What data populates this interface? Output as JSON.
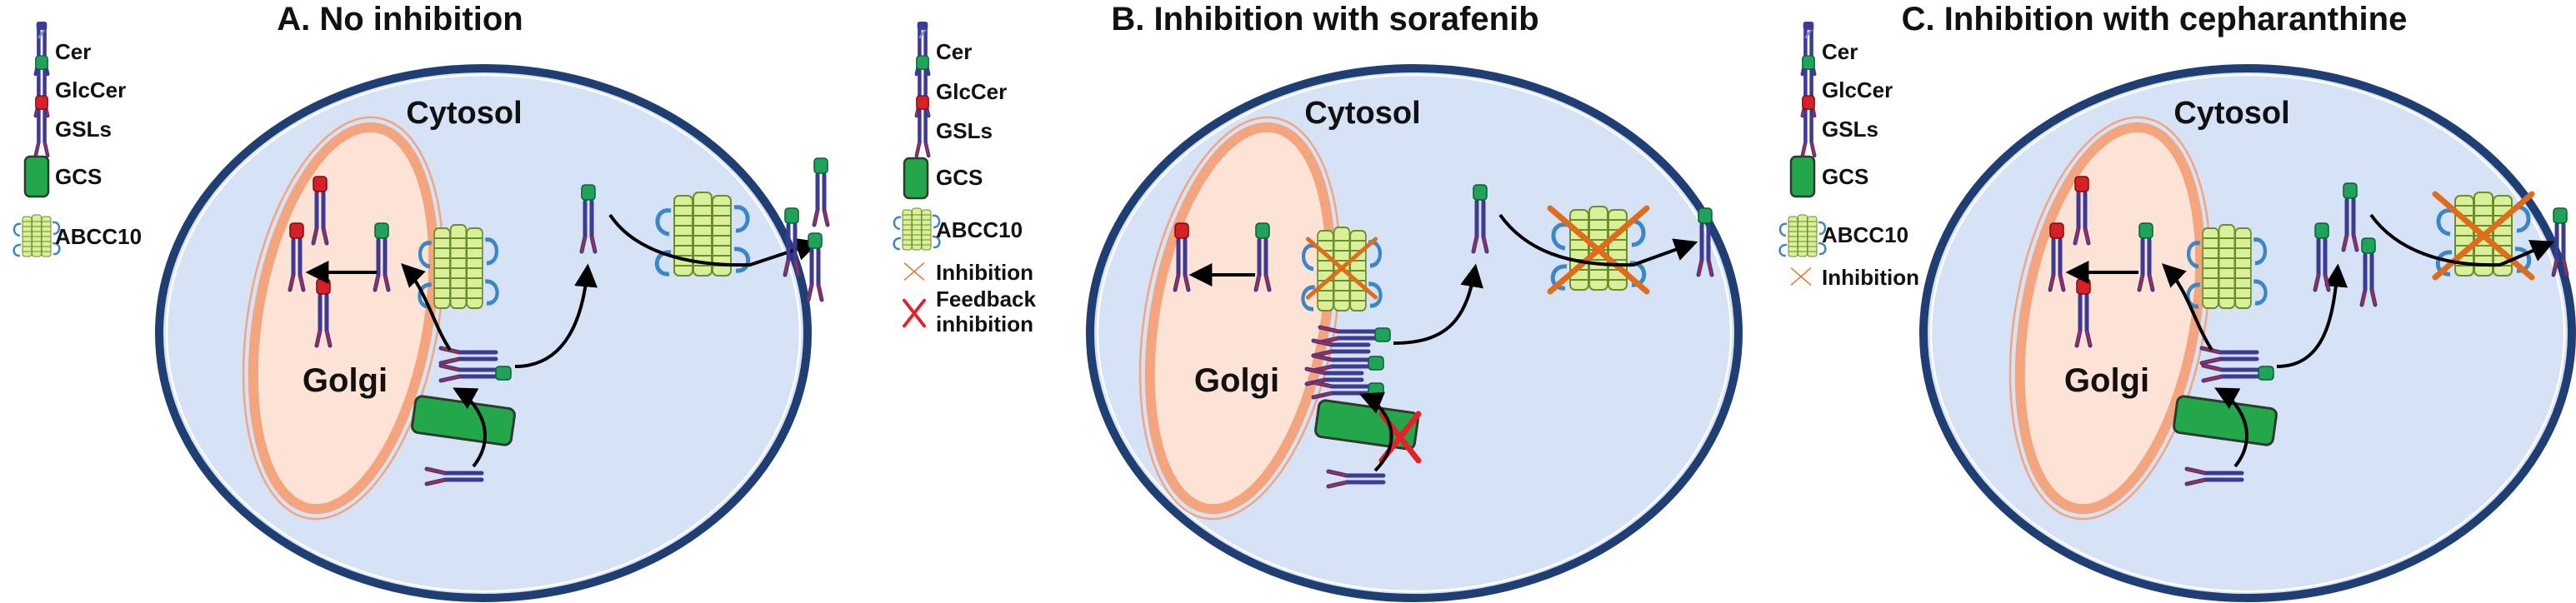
{
  "legend_labels": {
    "cer": "Cer",
    "glccer": "GlcCer",
    "gsls": "GSLs",
    "gcs": "GCS",
    "abcc10": "ABCC10",
    "inhibition": "Inhibition",
    "feedback_line1": "Feedback",
    "feedback_line2": "inhibition"
  },
  "panels": [
    {
      "title": "A. No inhibition",
      "cytosol": "Cytosol",
      "golgi": "Golgi"
    },
    {
      "title": "B. Inhibition with sorafenib",
      "cytosol": "Cytosol",
      "golgi": "Golgi"
    },
    {
      "title": "C. Inhibition with cepharanthine",
      "cytosol": "Cytosol",
      "golgi": "Golgi"
    }
  ],
  "colors": {
    "cell_fill": "#d6e2f5",
    "cell_border": "#1f3e73",
    "golgi_fill": "#fde3d5",
    "golgi_border": "#f4a57e",
    "gcs_fill": "#22a84a",
    "abcc10_coil": "#d9ef9a",
    "abcc10_loop": "#3a86c8",
    "lipid_tail": "#3d3a96",
    "lipid_red": "#d91f26",
    "head_green": "#1fa35a",
    "inhibition_x": "#e06c1b",
    "feedback_x": "#e8202a"
  }
}
